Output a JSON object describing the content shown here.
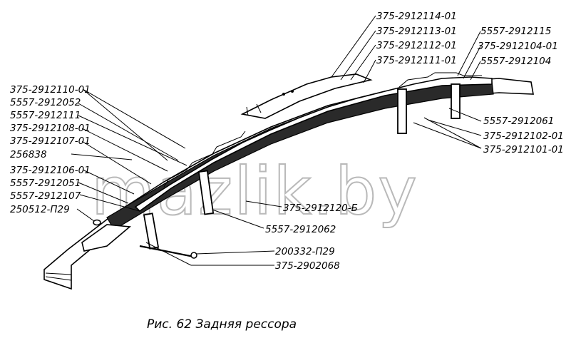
{
  "caption": "Рис. 62 Задняя рессора",
  "watermark": "mazlik.by",
  "labels": {
    "l_2912114_01": "375-2912114-01",
    "l_2912113_01": "375-2912113-01",
    "l_2912112_01": "375-2912112-01",
    "l_2912111_01": "375-2912111-01",
    "l_5557_2912115": "5557-2912115",
    "l_2912104_01": "375-2912104-01",
    "l_5557_2912104": "5557-2912104",
    "l_2912110_01": "375-2912110-01",
    "l_5557_2912052": "5557-2912052",
    "l_5557_2912111": "5557-2912111",
    "l_2912108_01": "375-2912108-01",
    "l_2912107_01": "375-2912107-01",
    "l_256838": "256838",
    "l_2912106_01": "375-2912106-01",
    "l_5557_2912051": "5557-2912051",
    "l_5557_2912107": "5557-2912107",
    "l_250512_p29": "250512-П29",
    "l_5557_2912061": "5557-2912061",
    "l_2912102_01": "375-2912102-01",
    "l_2912101_01": "375-2912101-01",
    "l_2912120_b": "375-2912120-Б",
    "l_5557_2912062": "5557-2912062",
    "l_200332_p29": "200332-П29",
    "l_2902068": "375-2902068"
  }
}
